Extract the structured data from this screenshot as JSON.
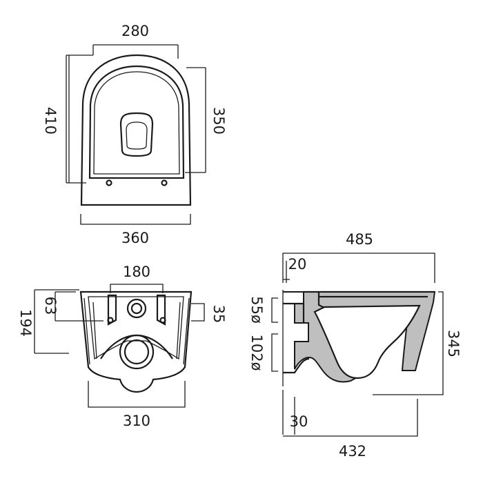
{
  "colors": {
    "line": "#1a1a1a",
    "section_fill": "#bfbfbf",
    "background": "#ffffff"
  },
  "top_view": {
    "width_top": "280",
    "length": "410",
    "inner_length": "350",
    "width_bottom": "360"
  },
  "rear_view": {
    "fixing_spacing": "180",
    "fixing_height": "63",
    "height": "194",
    "offset": "35",
    "width": "310"
  },
  "side_view": {
    "projection": "485",
    "wall_gap": "20",
    "inlet": "55ø",
    "outlet": "102ø",
    "height": "345",
    "base_offset": "30",
    "base_length": "432"
  }
}
